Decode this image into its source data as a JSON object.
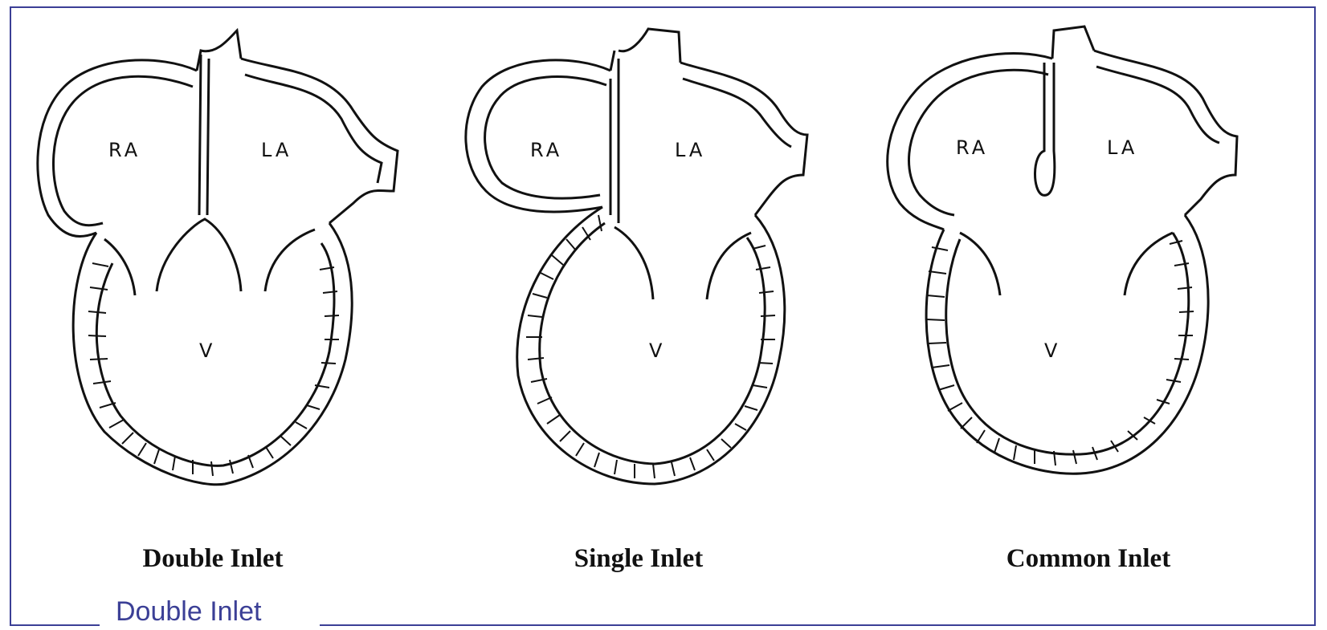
{
  "slide": {
    "caption": "Double Inlet"
  },
  "diagrams": [
    {
      "title": "Double Inlet",
      "labels": {
        "ra": "RA",
        "la": "LA",
        "v": "V"
      }
    },
    {
      "title": "Single Inlet",
      "labels": {
        "ra": "RA",
        "la": "LA",
        "v": "V"
      }
    },
    {
      "title": "Common Inlet",
      "labels": {
        "ra": "RA",
        "la": "LA",
        "v": "V"
      }
    }
  ],
  "colors": {
    "frame": "#3b3f96",
    "ink": "#111111"
  }
}
